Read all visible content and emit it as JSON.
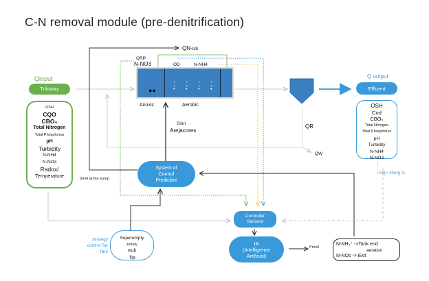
{
  "title": "C-N removal module (pre-denitrification)",
  "input": {
    "heading": "Qinput",
    "pill": "Tributary",
    "parameters": [
      "OSH",
      "CQO",
      "CBO₅",
      "Total Nitrogen",
      "Total Phosphorus",
      "pH",
      "Turbidity",
      "N-NH4",
      "N-NO3",
      "Radox/",
      "Temperature"
    ]
  },
  "reactor": {
    "sensor_orp": "ORP",
    "sensor_nno3": "N-NO3",
    "sensor_od": "OD",
    "sensor_nnh4": "N-NH4",
    "zone_anoxic": "Anoxic",
    "zone_aerobic": "Aerobic"
  },
  "qn_us": "QN-us",
  "qr_label": "QR",
  "qw_label": "QW",
  "actuators": {
    "line1": "Sinn",
    "line2": "Arejacores"
  },
  "output": {
    "heading": "Q output",
    "pill": "Effluent",
    "parameters": [
      "OSH",
      "Cod",
      "CBO₅",
      "Total Nitrogen",
      "Total Phosphorus",
      "pH",
      "Turbidity",
      "N-NH4",
      "N-NO3"
    ],
    "limit": "Nt|= 15mg /L"
  },
  "predictive_control": {
    "line1": "System of",
    "line2": "Control",
    "line3": "Predictive"
  },
  "pump_signal": "Sinel at the pump",
  "controller": {
    "line1": "Controller",
    "line2": "Serisers"
  },
  "ai": {
    "line1": "IA",
    "line2": "(Intelligence",
    "line3": "Artificial)"
  },
  "prove_label": "Provê",
  "strategy": {
    "label_line1": "strategy",
    "label_line2": "control Tar",
    "label_line3": "fâro",
    "options": [
      "Superempty",
      "Empty",
      "Full",
      "Tip"
    ]
  },
  "rules": {
    "line1": "N-NH₄⁺ ->Tank end",
    "line2": "aeration",
    "line3": "N-NOs -> Exit"
  },
  "colors": {
    "green": "#6ab04c",
    "blue": "#3a9ad9",
    "tank_blue": "#3a7fbf",
    "yellow": "#f5c242",
    "gray": "#cccccc"
  }
}
